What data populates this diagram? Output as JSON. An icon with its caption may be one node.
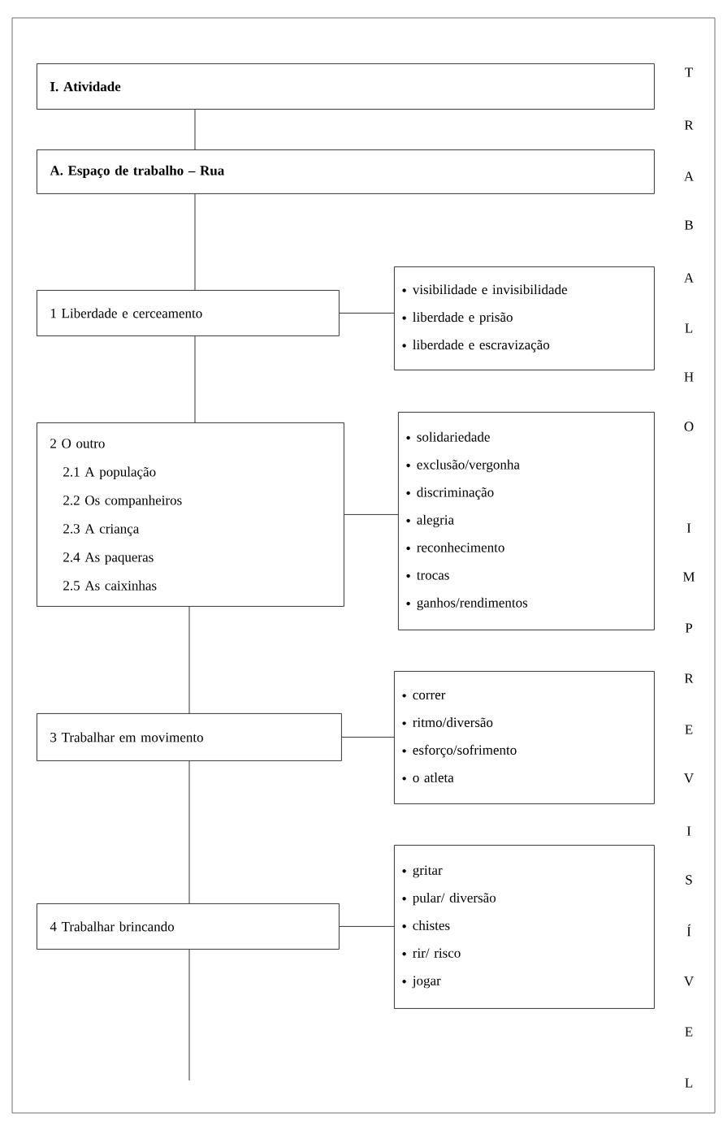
{
  "diagram": {
    "nodes": [
      {
        "text": [
          "I.  Atividade"
        ]
      },
      {
        "text": [
          "A.  Espaço de trabalho – Rua"
        ]
      },
      {
        "text": [
          "1  Liberdade e cerceamento"
        ]
      },
      {
        "text": [
          "visibilidade e invisibilidade",
          "liberdade e prisão",
          "liberdade e escravização"
        ]
      },
      {
        "text": [
          "2  O outro",
          "2.1 A população",
          "2.2 Os companheiros",
          "2.3 A criança",
          "2.4 As paqueras",
          "2.5 As caixinhas"
        ]
      },
      {
        "text": [
          "solidariedade",
          "exclusão/vergonha",
          "discriminação",
          "alegria",
          "reconhecimento",
          "trocas",
          "ganhos/rendimentos"
        ]
      },
      {
        "text": [
          "3  Trabalhar em movimento"
        ]
      },
      {
        "text": [
          "correr",
          "ritmo/diversão",
          "esforço/sofrimento",
          "o atleta"
        ]
      },
      {
        "text": [
          "4  Trabalhar  brincando"
        ]
      },
      {
        "text": [
          "gritar",
          "pular/ diversão",
          "chistes",
          "rir/ risco",
          "jogar"
        ]
      }
    ],
    "edges": [
      {
        "from": 0,
        "to": 1,
        "arrow": "none"
      },
      {
        "from": 1,
        "to": 2,
        "arrow": "none"
      },
      {
        "from": 2,
        "to": 4,
        "arrow": "none"
      },
      {
        "from": 4,
        "to": 6,
        "arrow": "none"
      },
      {
        "from": 6,
        "to": 8,
        "arrow": "none"
      },
      {
        "from": 8,
        "to": null,
        "arrow": "none"
      },
      {
        "from": 2,
        "to": 3,
        "arrow": "none"
      },
      {
        "from": 4,
        "to": 5,
        "arrow": "none"
      },
      {
        "from": 6,
        "to": 7,
        "arrow": "none"
      },
      {
        "from": 8,
        "to": 9,
        "arrow": "none"
      }
    ],
    "labels": [
      "T",
      "R",
      "A",
      "B",
      "A",
      "L",
      "H",
      "O",
      "I",
      "M",
      "P",
      "R",
      "E",
      "V",
      "I",
      "S",
      "Í",
      "V",
      "E",
      "L"
    ]
  }
}
